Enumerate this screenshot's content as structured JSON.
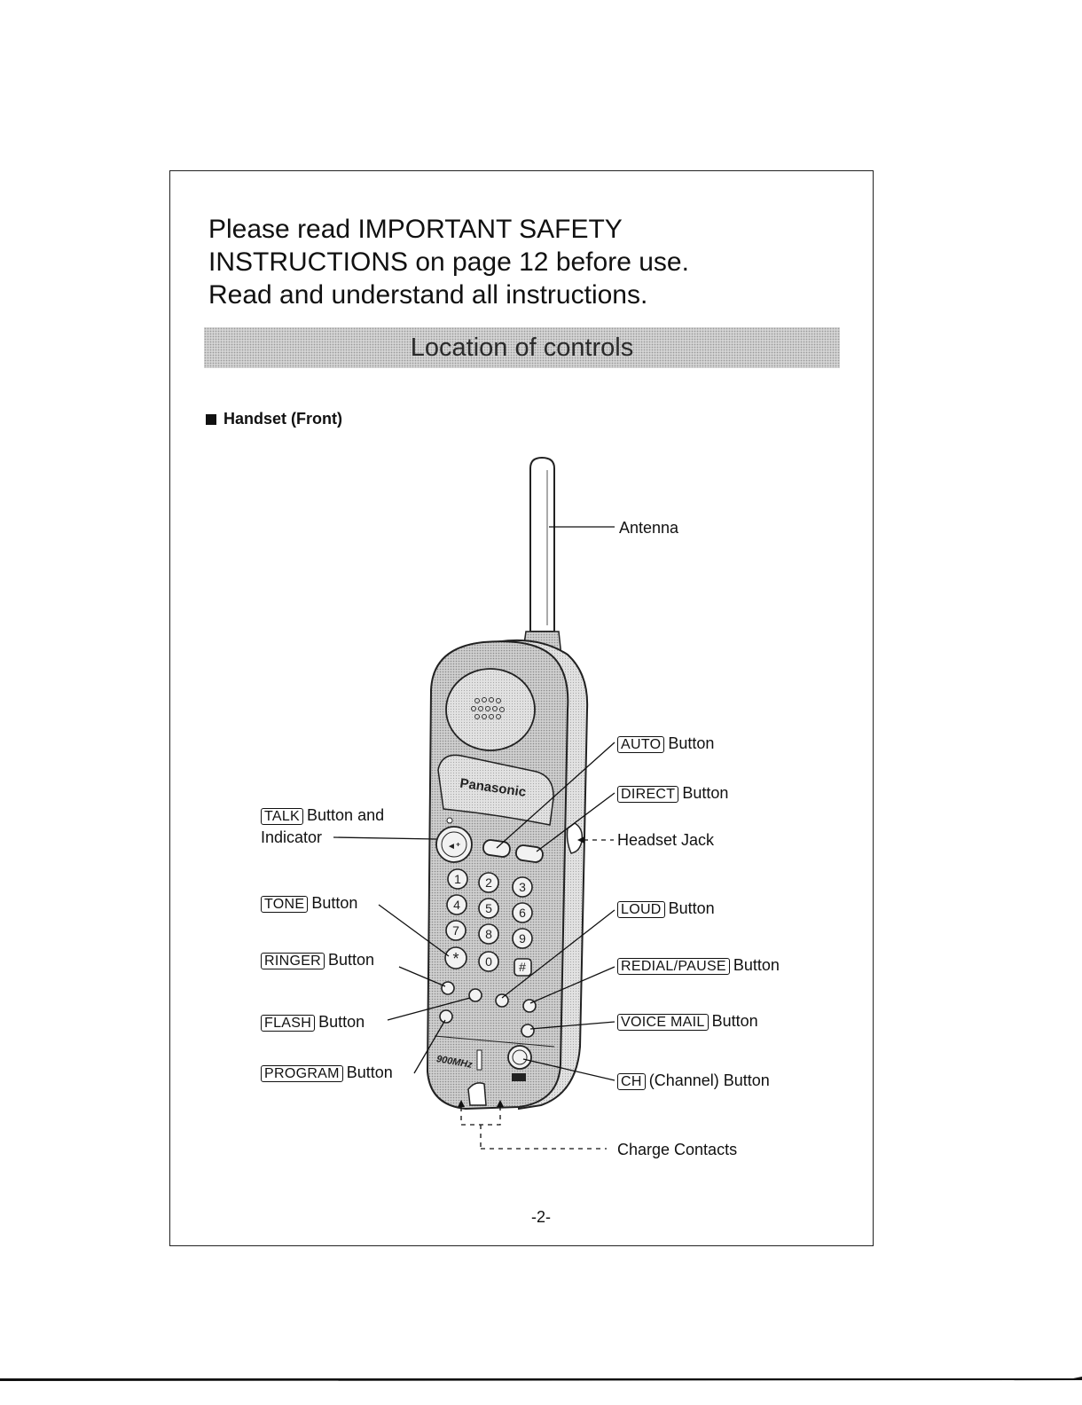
{
  "intro": {
    "line1": "Please read IMPORTANT SAFETY",
    "line2": "INSTRUCTIONS on page 12 before use.",
    "line3": "Read and understand all instructions."
  },
  "banner": "Location of controls",
  "section": "Handset (Front)",
  "handset": {
    "brand": "Panasonic",
    "band": "900MHz"
  },
  "labels": {
    "antenna": "Antenna",
    "auto": {
      "key": "AUTO",
      "text": "Button"
    },
    "direct": {
      "key": "DIRECT",
      "text": "Button"
    },
    "headset": "Headset Jack",
    "talk": {
      "key": "TALK",
      "text": "Button and",
      "text2": "Indicator"
    },
    "tone": {
      "key": "TONE",
      "text": "Button"
    },
    "ringer": {
      "key": "RINGER",
      "text": "Button"
    },
    "flash": {
      "key": "FLASH",
      "text": "Button"
    },
    "program": {
      "key": "PROGRAM",
      "text": "Button"
    },
    "loud": {
      "key": "LOUD",
      "text": "Button"
    },
    "redial": {
      "key": "REDIAL/PAUSE",
      "text": "Button"
    },
    "voicemail": {
      "key": "VOICE MAIL",
      "text": "Button"
    },
    "ch": {
      "key": "CH",
      "text": "(Channel) Button"
    },
    "charge": "Charge Contacts"
  },
  "page_number": "-2-"
}
